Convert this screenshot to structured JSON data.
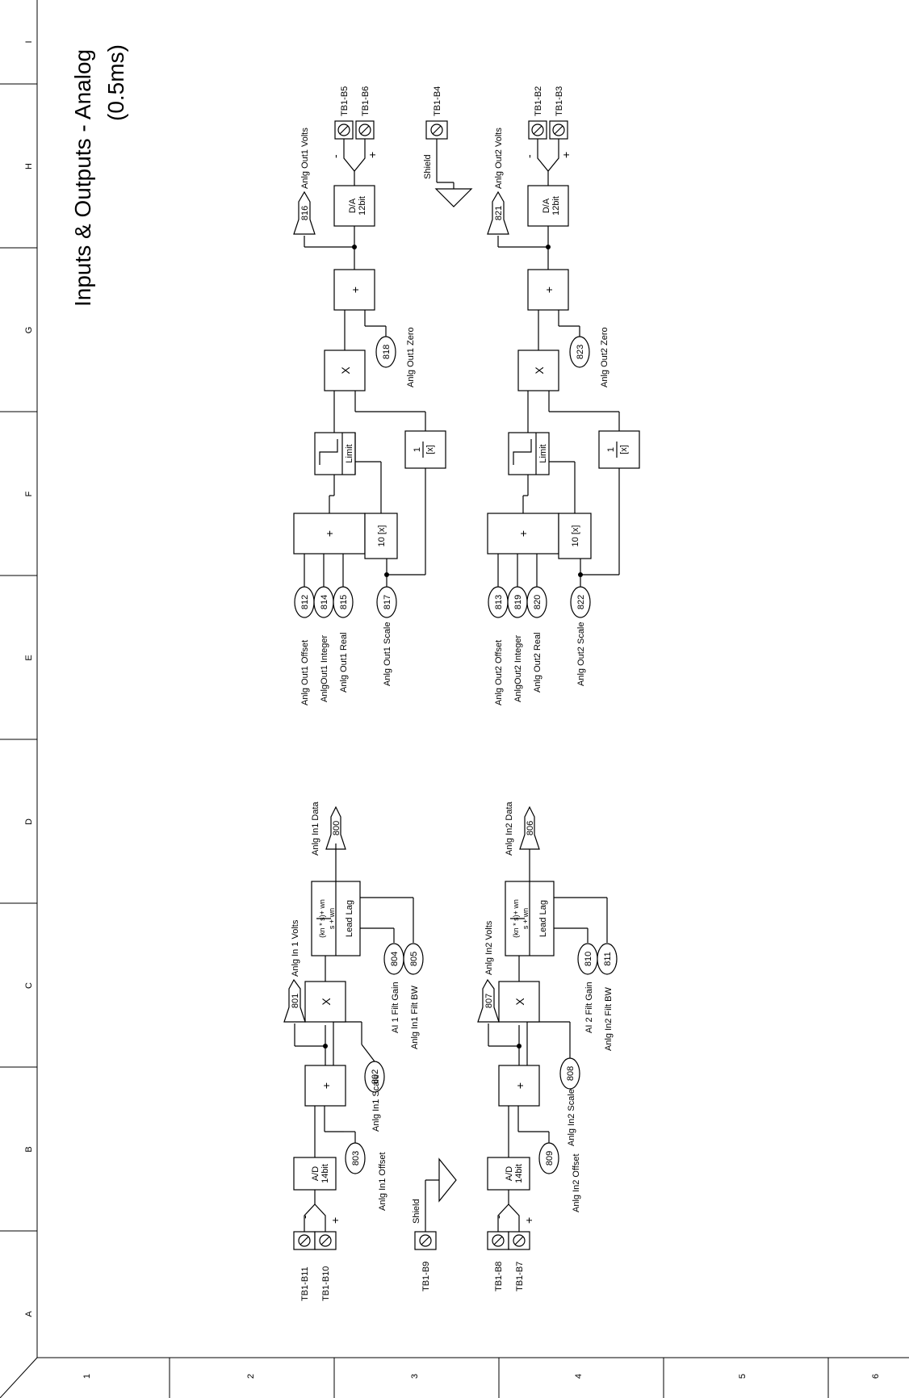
{
  "title": "Inputs & Outputs - Analog",
  "subtitle": "(0.5ms)",
  "grid": {
    "rows": [
      "A",
      "B",
      "C",
      "D",
      "E",
      "F",
      "G",
      "H",
      "I"
    ],
    "cols": [
      "1",
      "2",
      "3",
      "4",
      "5",
      "6"
    ]
  },
  "input1": {
    "tb_minus": "TB1-B11",
    "tb_plus": "TB1-B10",
    "minus": "-",
    "plus": "+",
    "ad": "A/D",
    "ad_bits": "14bit",
    "sum": "+",
    "mult": "X",
    "filt_num": "(kn * s)+ wn",
    "filt_den": "s + wn",
    "filt_name": "Lead Lag",
    "offset_num": "803",
    "offset_label": "Anlg In1 Offset",
    "scale_num": "802",
    "scale_label": "Anlg In1 Scale",
    "volts_num": "801",
    "volts_label": "Anlg In 1 Volts",
    "gain_num": "804",
    "gain_label": "AI 1 Filt Gain",
    "bw_num": "805",
    "bw_label": "Anlg In1 Filt BW",
    "data_num": "800",
    "data_label": "Anlg In1 Data"
  },
  "shield_in": {
    "tb": "TB1-B9",
    "label": "Shield"
  },
  "input2": {
    "tb_minus": "TB1-B8",
    "tb_plus": "TB1-B7",
    "minus": "-",
    "plus": "+",
    "ad": "A/D",
    "ad_bits": "14bit",
    "sum": "+",
    "mult": "X",
    "filt_num": "(kn * s)+ wn",
    "filt_den": "s + wn",
    "filt_name": "Lead Lag",
    "offset_num": "809",
    "offset_label": "Anlg In2 Offset",
    "scale_num": "808",
    "scale_label": "Anlg In2 Scale",
    "volts_num": "807",
    "volts_label": "Anlg In2 Volts",
    "gain_num": "810",
    "gain_label": "AI 2 Filt Gain",
    "bw_num": "811",
    "bw_label": "Anlg In2 Filt BW",
    "data_num": "806",
    "data_label": "Anlg In2 Data"
  },
  "output1": {
    "offset_num": "812",
    "offset_label": "Anlg Out1 Offset",
    "integer_num": "814",
    "integer_label": "AnlgOut1 Integer",
    "real_num": "815",
    "real_label": "Anlg Out1 Real",
    "scale_num": "817",
    "scale_label": "Anlg Out1 Scale",
    "sum": "+",
    "times10": "10 [x]",
    "limit": "Limit",
    "recip_top": "1",
    "recip_bot": "[x]",
    "mult": "X",
    "zero_num": "818",
    "zero_label": "Anlg Out1 Zero",
    "sum2": "+",
    "volts_num": "816",
    "volts_label": "Anlg Out1 Volts",
    "da": "D/A",
    "da_bits": "12bit",
    "minus": "-",
    "plus": "+",
    "tb_minus": "TB1-B5",
    "tb_plus": "TB1-B6"
  },
  "shield_out": {
    "tb": "TB1-B4",
    "label": "Shield"
  },
  "output2": {
    "offset_num": "813",
    "offset_label": "Anlg Out2 Offset",
    "integer_num": "819",
    "integer_label": "AnlgOut2 Integer",
    "real_num": "820",
    "real_label": "Anlg Out2 Real",
    "scale_num": "822",
    "scale_label": "Anlg Out2 Scale",
    "sum": "+",
    "times10": "10 [x]",
    "limit": "Limit",
    "recip_top": "1",
    "recip_bot": "[x]",
    "mult": "X",
    "zero_num": "823",
    "zero_label": "Anlg Out2 Zero",
    "sum2": "+",
    "volts_num": "821",
    "volts_label": "Anlg Out2 Volts",
    "da": "D/A",
    "da_bits": "12bit",
    "minus": "-",
    "plus": "+",
    "tb_minus": "TB1-B2",
    "tb_plus": "TB1-B3"
  }
}
